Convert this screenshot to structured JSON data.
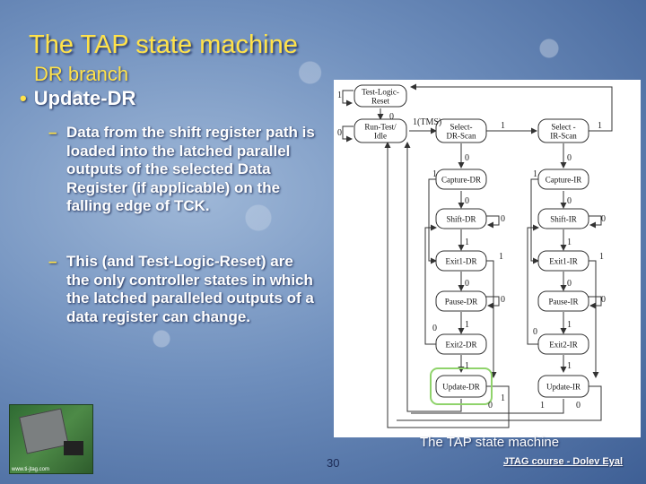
{
  "slide": {
    "title": "The TAP state machine",
    "subtitle": "DR branch",
    "bullet": "Update-DR",
    "subbullets": [
      "Data from the shift register path is loaded into the latched parallel outputs of the selected Data Register (if applicable) on the falling edge of TCK.",
      "This (and Test-Logic-Reset) are the only controller states in which the latched paralleled outputs of a data register can change."
    ],
    "dash": "–",
    "caption": "The TAP state machine",
    "page_number": "30",
    "footer": "JTAG course - Dolev Eyal",
    "accent_color": "#ffe24a",
    "highlight_color": "#8fd36b"
  },
  "diagram": {
    "states": {
      "tlr": [
        "Test-Logic-",
        "Reset"
      ],
      "rti": [
        "Run-Test/",
        "Idle"
      ],
      "seldr": [
        "Select-",
        "DR-Scan"
      ],
      "selir": [
        "Select -",
        "IR-Scan"
      ],
      "capdr": [
        "Capture-DR"
      ],
      "capir": [
        "Capture-IR"
      ],
      "shdr": [
        "Shift-DR"
      ],
      "shir": [
        "Shift-IR"
      ],
      "e1dr": [
        "Exit1-DR"
      ],
      "e1ir": [
        "Exit1-IR"
      ],
      "pdr": [
        "Pause-DR"
      ],
      "pir": [
        "Pause-IR"
      ],
      "e2dr": [
        "Exit2-DR"
      ],
      "e2ir": [
        "Exit2-IR"
      ],
      "updr": [
        "Update-DR"
      ],
      "upir": [
        "Update-IR"
      ]
    },
    "edge_labels": {
      "tlr_self": "1",
      "tlr_rti": "0",
      "rti_self": "0",
      "rti_seldr": "1(TMS)",
      "seldr_selir": "1",
      "selir_tlr": "1",
      "seldr_capdr": "0",
      "selir_capir": "0",
      "capdr_e1dr": "1",
      "capir_e1ir": "1",
      "capdr_shdr": "0",
      "capir_shir": "0",
      "shdr_self": "0",
      "shir_self": "0",
      "shdr_e1dr": "1",
      "shir_e1ir": "1",
      "e1dr_updr": "1",
      "e1ir_upir": "1",
      "e1dr_pdr": "0",
      "e1ir_pir": "0",
      "pdr_self": "0",
      "pir_self": "0",
      "pdr_e2dr": "1",
      "pir_e2ir": "1",
      "e2dr_shdr": "0",
      "e2ir_shir": "0",
      "e2dr_updr": "1",
      "e2ir_upir": "1",
      "updr_seldr": "1",
      "upir_seldr": "1",
      "updr_rti": "0",
      "upir_rti": "0"
    }
  }
}
